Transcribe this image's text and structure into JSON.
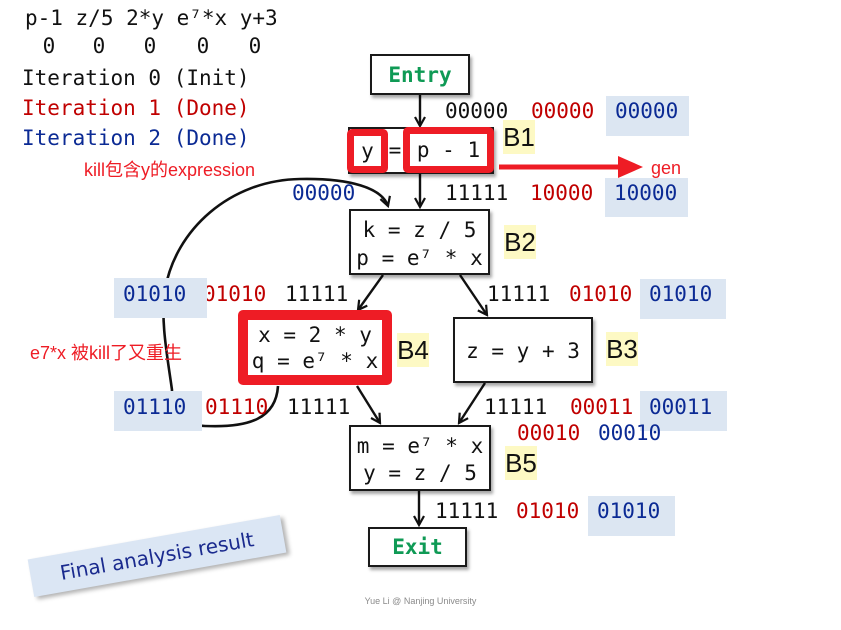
{
  "header": {
    "expressions": [
      "p-1",
      "z/5",
      "2*y",
      "e⁷*x",
      "y+3"
    ],
    "initial_bits": [
      "0",
      "0",
      "0",
      "0",
      "0"
    ]
  },
  "legend": [
    {
      "label": "Iteration 0 (Init)",
      "color": "#111111"
    },
    {
      "label": "Iteration 1 (Done)",
      "color": "#c00000"
    },
    {
      "label": "Iteration 2 (Done)",
      "color": "#0b2a94"
    }
  ],
  "colors": {
    "iter0": "#111111",
    "iter1": "#c00000",
    "iter2": "#0b2a94",
    "highlight": "#dce6f2",
    "block_label_bg": "#fdf9c4",
    "annotation": "#ee1c25",
    "entry_exit": "#0f9a55"
  },
  "nodes": {
    "entry": "Entry",
    "exit": "Exit",
    "b1": {
      "label": "B1",
      "lhs": "y",
      "op": "=",
      "rhs": "p - 1"
    },
    "b2": {
      "label": "B2",
      "lines": [
        "k = z / 5",
        "p = e⁷ * x"
      ]
    },
    "b3": {
      "label": "B3",
      "lines": [
        "z = y + 3"
      ]
    },
    "b4": {
      "label": "B4",
      "lines": [
        "x = 2 * y",
        "q = e⁷ * x"
      ]
    },
    "b5": {
      "label": "B5",
      "lines": [
        "m = e⁷ * x",
        "y = z / 5"
      ]
    }
  },
  "edges": {
    "entry_b1": {
      "iter0": "00000",
      "iter1": "00000",
      "iter2": "00000"
    },
    "b1_b2": {
      "iter0": "11111",
      "iter1": "10000",
      "iter2": "10000"
    },
    "b4_b2_loop": {
      "iter2": "00000"
    },
    "b2_b4": {
      "iter0": "11111",
      "iter1": "01010",
      "iter2": "01010"
    },
    "b2_b3": {
      "iter0": "11111",
      "iter1": "01010",
      "iter2": "01010"
    },
    "b4_b5": {
      "iter0": "11111",
      "iter1": "01110",
      "iter2": "01110"
    },
    "b3_b5": {
      "iter0": "11111",
      "iter1": "00011",
      "iter2": "00011"
    },
    "b5_in": {
      "iter1": "00010",
      "iter2": "00010"
    },
    "b5_exit": {
      "iter0": "11111",
      "iter1": "01010",
      "iter2": "01010"
    }
  },
  "annotations": {
    "kill": "kill包含y的expression",
    "gen": "gen",
    "reborn": "e7*x 被kill了又重生"
  },
  "banner": "Final analysis result",
  "footer": "Yue Li @ Nanjing University"
}
